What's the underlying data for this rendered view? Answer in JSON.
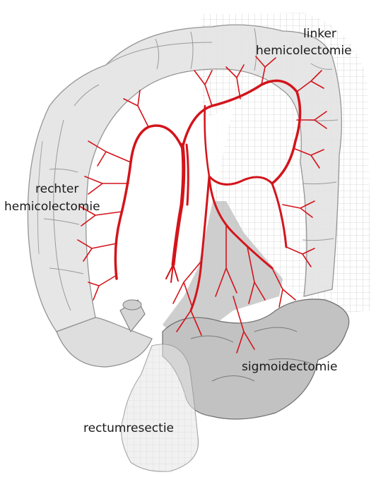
{
  "labels": {
    "left_hemicolectomy_line1": "linker",
    "left_hemicolectomy_line2": "hemicolectomie",
    "right_hemicolectomy_line1": "rechter",
    "right_hemicolectomy_line2": "hemicolectomie",
    "sigmoidectomy": "sigmoidectomie",
    "rectum_resection": "rectumresectie"
  },
  "colors": {
    "colon_light": "#e4e4e4",
    "colon_dark": "#c9c9c9",
    "colon_outline": "#8c8c8c",
    "artery": "#d3141b",
    "grid_line": "#b8b8b8",
    "sigmoid_zone": "#bdbdbd"
  }
}
